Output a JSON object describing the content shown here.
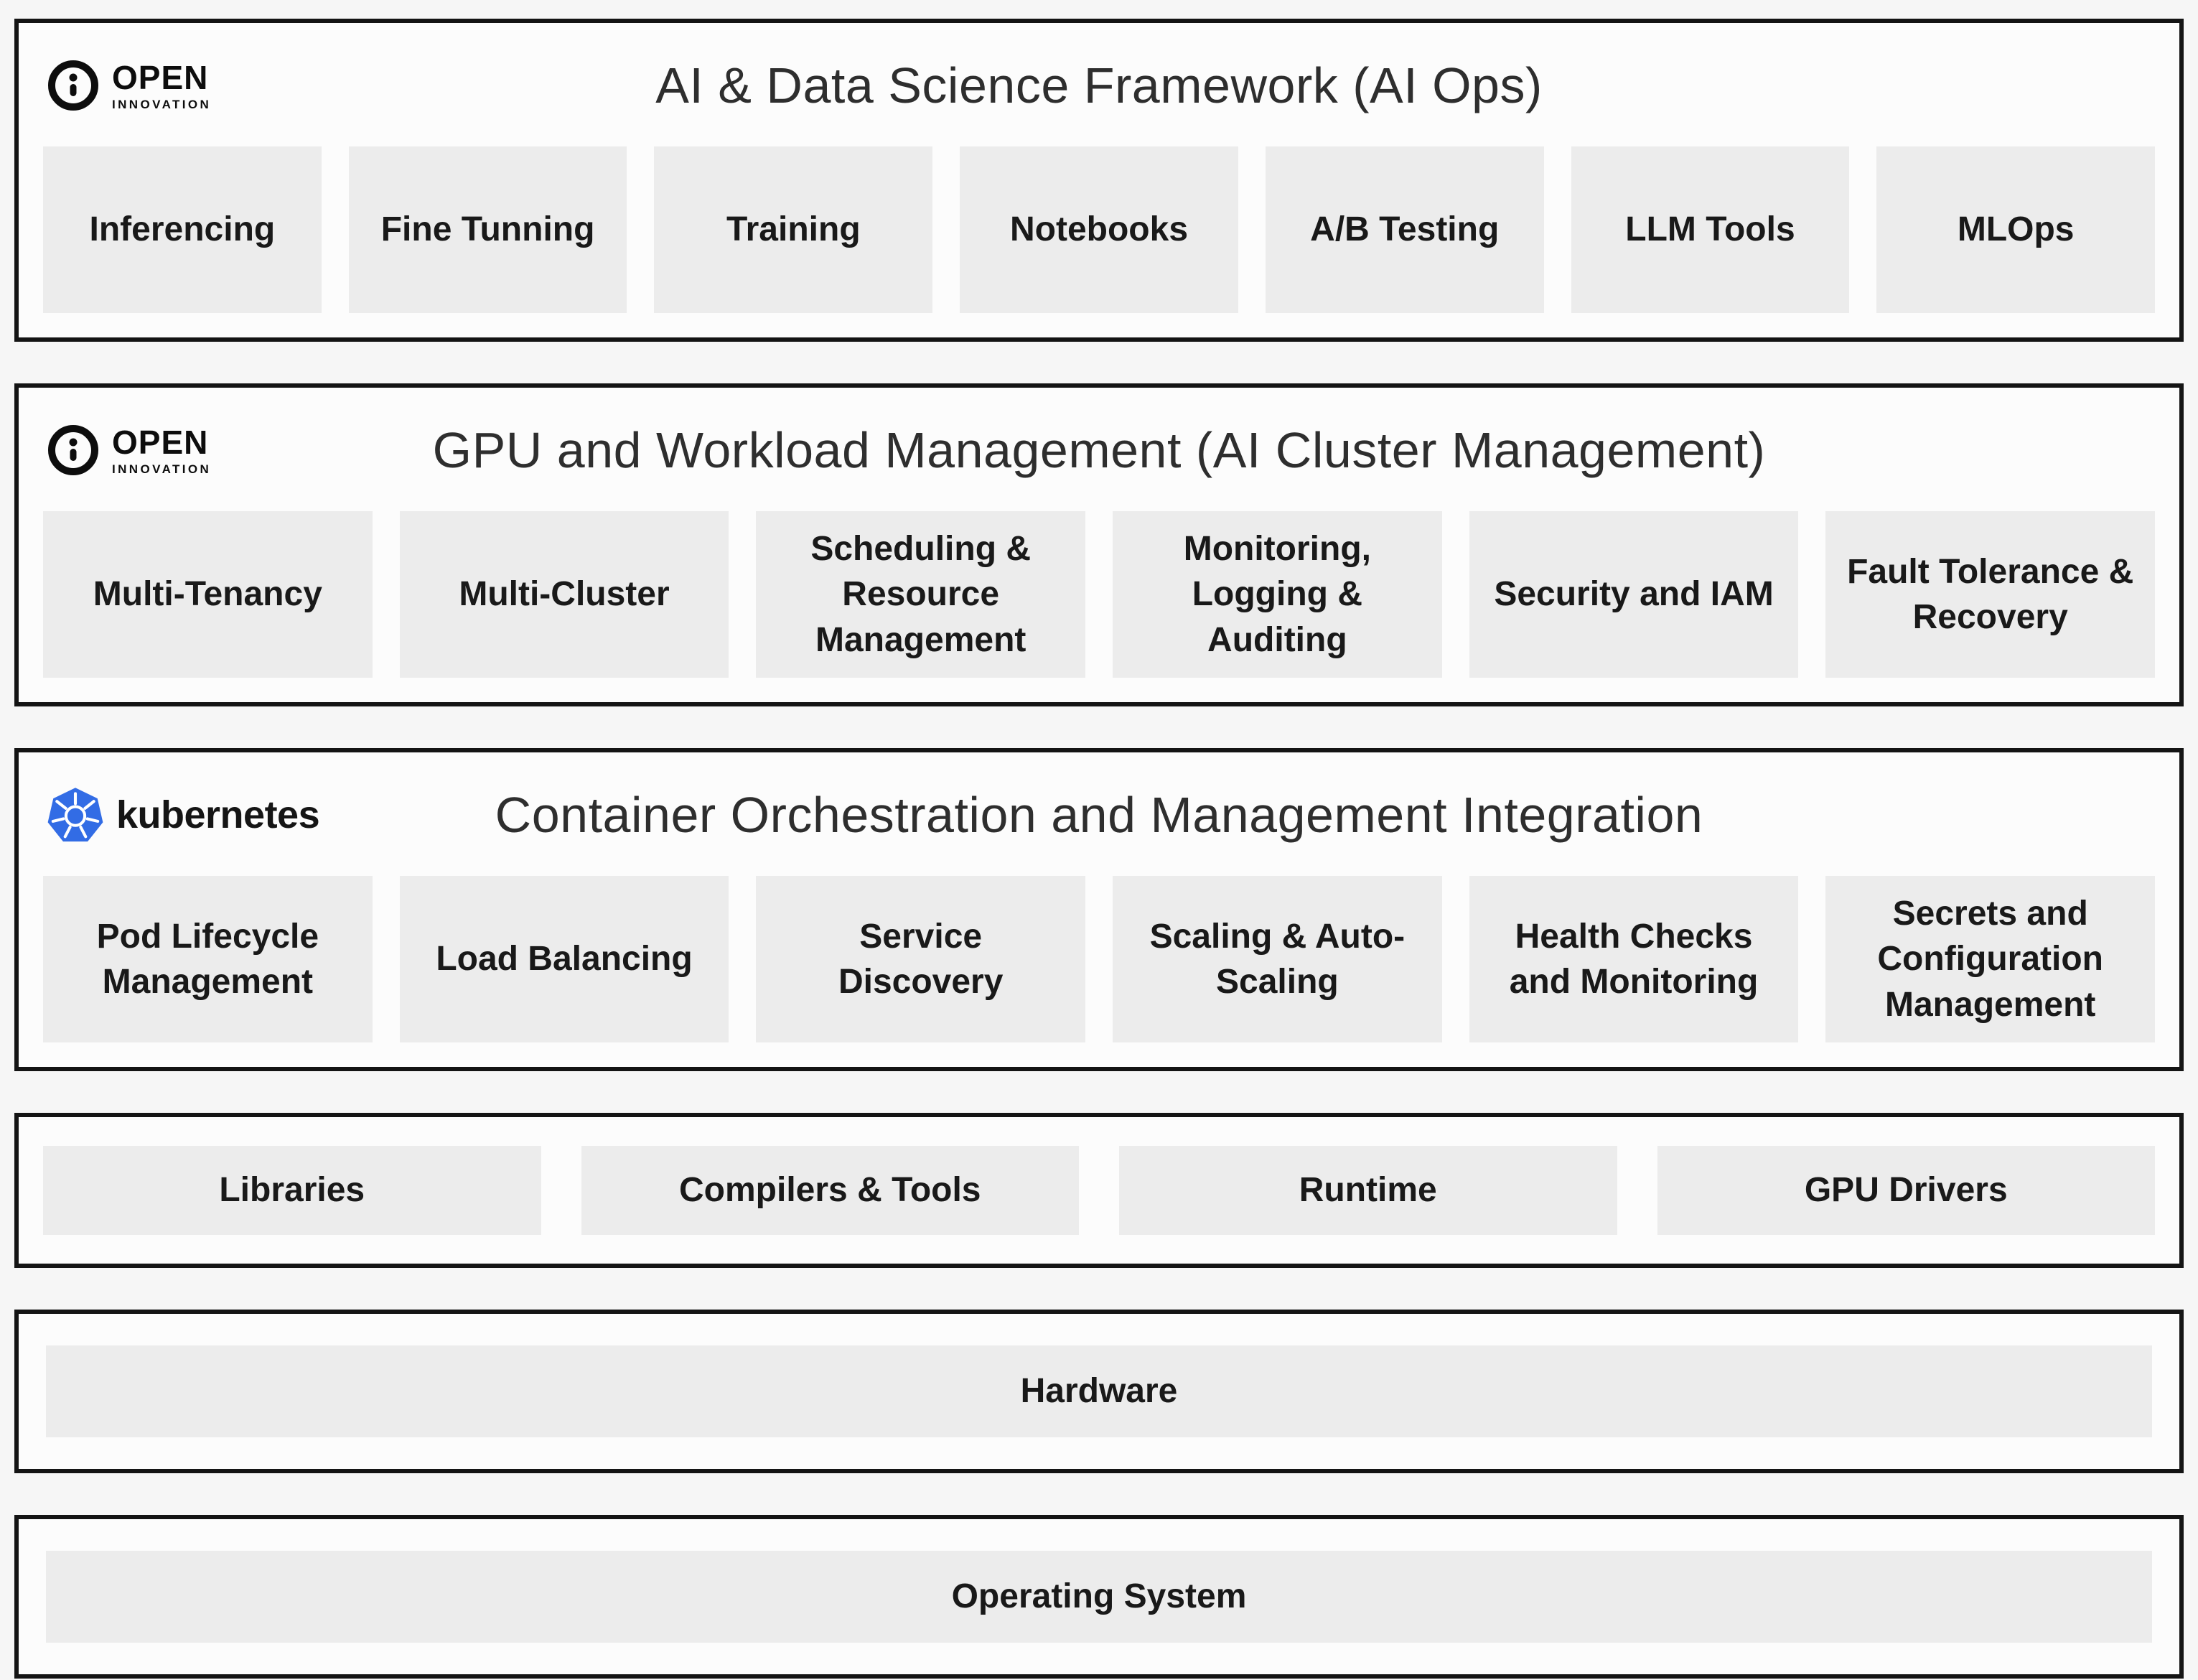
{
  "colors": {
    "page_background": "#f6f6f6",
    "layer_background": "#fcfcfc",
    "layer_border": "#141414",
    "box_background": "#ececec",
    "text": "#191919",
    "kubernetes_blue": "#326ce5"
  },
  "icons": {
    "open_innovation_icon": "circle-with-letter-i",
    "kubernetes_icon": "blue-heptagon-helm-wheel"
  },
  "logos": {
    "open_innovation": {
      "primary": "OPEN",
      "secondary": "INNOVATION"
    },
    "kubernetes": {
      "label": "kubernetes"
    }
  },
  "layers": {
    "ai_ops": {
      "title": "AI & Data Science Framework (AI Ops)",
      "boxes": [
        "Inferencing",
        "Fine Tunning",
        "Training",
        "Notebooks",
        "A/B Testing",
        "LLM Tools",
        "MLOps"
      ]
    },
    "cluster_mgmt": {
      "title": "GPU and Workload Management (AI Cluster Management)",
      "boxes": [
        "Multi-Tenancy",
        "Multi-Cluster",
        "Scheduling & Resource Management",
        "Monitoring, Logging & Auditing",
        "Security and IAM",
        "Fault Tolerance & Recovery"
      ]
    },
    "kubernetes": {
      "title": "Container Orchestration and Management Integration",
      "boxes": [
        "Pod Lifecycle Management",
        "Load Balancing",
        "Service Discovery",
        "Scaling & Auto-Scaling",
        "Health Checks and Monitoring",
        "Secrets and Configuration Management"
      ]
    },
    "system_software": {
      "boxes": [
        "Libraries",
        "Compilers & Tools",
        "Runtime",
        "GPU Drivers"
      ]
    },
    "hardware": {
      "label": "Hardware"
    },
    "os": {
      "label": "Operating System"
    }
  }
}
